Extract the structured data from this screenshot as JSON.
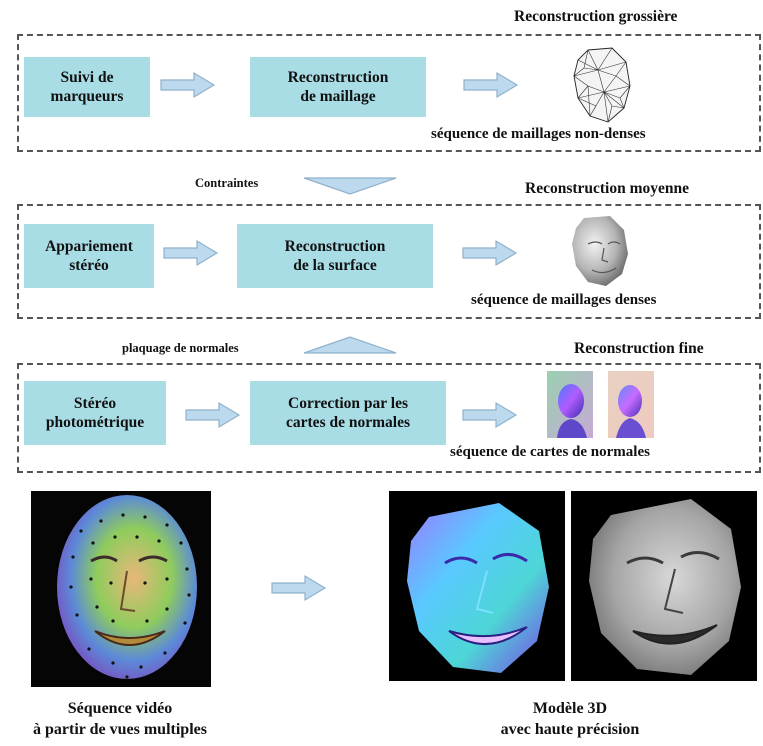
{
  "stage_coarse": {
    "title": "Reconstruction grossière",
    "step1": "Suivi de\nmarqueurs",
    "step2": "Reconstruction\nde maillage",
    "result": "séquence de maillages non-denses"
  },
  "link_constraints": "Contraintes",
  "stage_medium": {
    "title": "Reconstruction moyenne",
    "step1": "Appariement\nstéréo",
    "step2": "Reconstruction\nde la surface",
    "result": "séquence de maillages denses"
  },
  "link_normals": "plaquage de normales",
  "stage_fine": {
    "title": "Reconstruction fine",
    "step1": "Stéréo\nphotométrique",
    "step2": "Correction par les\ncartes  de normales",
    "result": "séquence de cartes de normales"
  },
  "bottom": {
    "input_caption": "Séquence vidéo\nà partir de vues multiples",
    "output_caption": "Modèle 3D\navec haute précision"
  },
  "colors": {
    "box_fill": "#a9dde6",
    "arrow_fill": "#bcd9ee",
    "arrow_stroke": "#8fb1cc",
    "dash_border": "#555555"
  }
}
